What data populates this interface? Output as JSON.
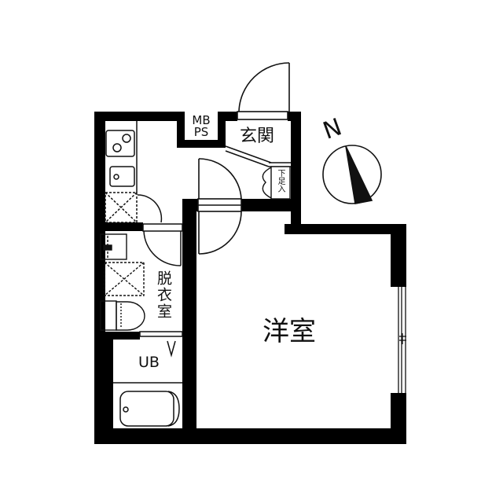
{
  "floor_plan": {
    "rooms": {
      "western_room": "洋室",
      "entrance": "玄関",
      "dressing_room": "脱衣室",
      "unit_bath": "UB",
      "shoe_box": "下足入"
    },
    "mbps": {
      "line1": "MB",
      "line2": "PS"
    },
    "compass": {
      "north_label": "N"
    },
    "colors": {
      "wall": "#000000",
      "background": "#ffffff",
      "line": "#111111"
    }
  }
}
